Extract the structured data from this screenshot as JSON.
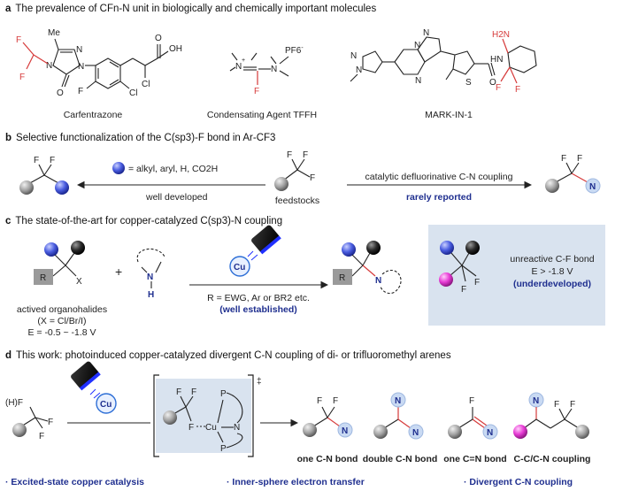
{
  "section_a": {
    "letter": "a",
    "title": "The prevalence of CFn-N unit in biologically and chemically important molecules",
    "mol1": {
      "name": "Carfentrazone",
      "atoms": {
        "me": "Me",
        "f": "F",
        "cl": "Cl",
        "oh": "OH",
        "o": "O",
        "n": "N"
      }
    },
    "mol2": {
      "name": "Condensating Agent TFFH",
      "atoms": {
        "n": "N",
        "f": "F",
        "pf6": "PF6",
        "minus": "-",
        "plus": "+"
      }
    },
    "mol3": {
      "name": "MARK-IN-1",
      "atoms": {
        "h2n": "H2N",
        "hn": "HN",
        "f": "F",
        "o": "O",
        "s": "S",
        "n": "N"
      }
    }
  },
  "section_b": {
    "letter": "b",
    "title": "Selective functionalization of the C(sp3)-F bond in Ar-CF3",
    "legend": "= alkyl, aryl, H, CO2H",
    "left_note": "well developed",
    "center_note": "feedstocks",
    "arrow_label": "catalytic defluorinative C-N coupling",
    "right_note": "rarely reported",
    "atoms": {
      "f": "F",
      "n": "N"
    }
  },
  "section_c": {
    "letter": "c",
    "title": "The state-of-the-art for copper-catalyzed C(sp3)-N coupling",
    "r_box": "R",
    "x_atom": "X",
    "plus": "+",
    "n_atom": "N",
    "h_atom": "H",
    "cu_label": "Cu",
    "r_condition": "R = EWG, Ar or BR2 etc.",
    "established": "(well established)",
    "organohalides": "actived organohalides",
    "halide_set": "(X = Cl/Br/I)",
    "potential": "E = -0.5 ~ -1.8 V",
    "box_title": "unreactive C-F bond",
    "box_potential": "E > -1.8 V",
    "box_status": "(underdeveloped)",
    "f_atom": "F"
  },
  "section_d": {
    "letter": "d",
    "title": "This work: photoinduced copper-catalyzed divergent C-N coupling of di- or trifluoromethyl arenes",
    "substrate_prefix": "(H)F",
    "f_atom": "F",
    "cu_label": "Cu",
    "ts_dagger": "‡",
    "ts_cu": "Cu",
    "ts_p": "P",
    "ts_n": "N",
    "n_atom": "N",
    "products": [
      {
        "label": "one C-N bond"
      },
      {
        "label": "double C-N bond"
      },
      {
        "label": "one C=N bond"
      },
      {
        "label": "C-C/C-N coupling"
      }
    ],
    "highlights": [
      "· Excited-state copper catalysis",
      "· Inner-sphere electron transfer",
      "· Divergent C-N coupling"
    ]
  },
  "colors": {
    "blue_accent": "#1f2f8f",
    "red_accent": "#d63a3a",
    "box_fill": "#d9e3ef",
    "sphere_gray": "#9a9a9a",
    "sphere_black": "#222222",
    "sphere_blue": "#4a5de0",
    "sphere_magenta": "#e83cd6",
    "n_circle_fill": "#c9daf3"
  }
}
